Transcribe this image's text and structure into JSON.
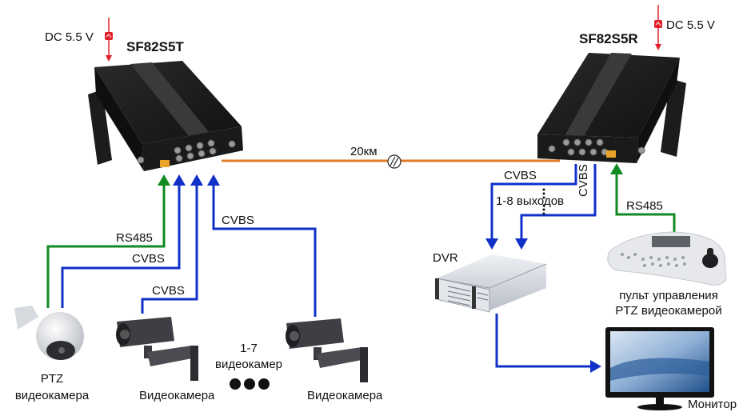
{
  "diagram": {
    "transmitter": {
      "model": "SF82S5T",
      "power_label": "DC 5.5 V"
    },
    "receiver": {
      "model": "SF82S5R",
      "power_label": "DC 5.5 V"
    },
    "fiber": {
      "distance_label": "20км"
    },
    "links": {
      "ptz_rs485": "RS485",
      "ptz_cvbs": "CVBS",
      "cam1_cvbs": "CVBS",
      "cam2_cvbs": "CVBS",
      "dvr_cvbs_horizontal": "CVBS",
      "dvr_cvbs_vertical": "CVBS",
      "outputs_label": "1-8 выходов",
      "keyboard_rs485": "RS485"
    },
    "devices": {
      "ptz_camera_line1": "PTZ",
      "ptz_camera_line2": "видеокамера",
      "camera1": "Видеокамера",
      "camera2": "Видеокамера",
      "cameras_count_line1": "1-7",
      "cameras_count_line2": "видеокамер",
      "dvr": "DVR",
      "keyboard_line1": "пульт управления",
      "keyboard_line2": "PTZ видеокамерой",
      "monitor": "Монитор"
    },
    "colors": {
      "video_line": "#1030c8",
      "rs485_line": "#118a22",
      "fiber_line": "#e07b28",
      "power_line": "#e0202a"
    }
  }
}
